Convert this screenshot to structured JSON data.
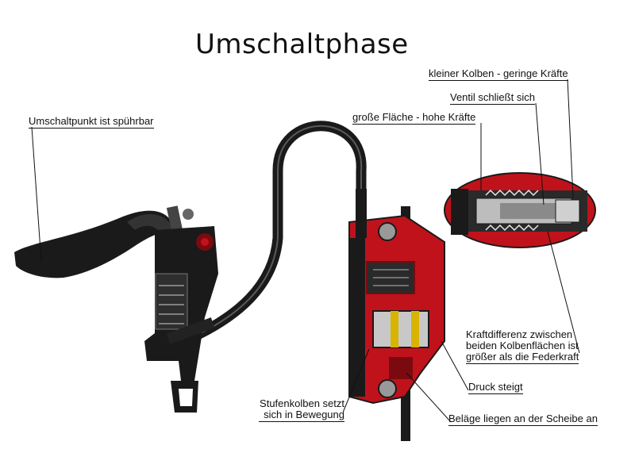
{
  "title": "Umschaltphase",
  "labels": {
    "switch_point": "Umschaltpunkt ist spührbar",
    "small_piston": "kleiner Kolben - geringe Kräfte",
    "valve": "Ventil schließt sich",
    "large_area": "große Fläche - hohe Kräfte",
    "force_diff_1": "Kraftdifferenz zwischen",
    "force_diff_2": "beiden Kolbenflächen ist",
    "force_diff_3": "größer als die Federkraft",
    "pressure": "Druck steigt",
    "step_piston_1": "Stufenkolben setzt",
    "step_piston_2": "sich in Bewegung",
    "pads": "Beläge liegen an  der Scheibe an"
  },
  "colors": {
    "caliper_red": "#c0121b",
    "dark_red": "#7a0a10",
    "body_black": "#1a1a1a",
    "pad_yellow": "#d8b400"
  }
}
